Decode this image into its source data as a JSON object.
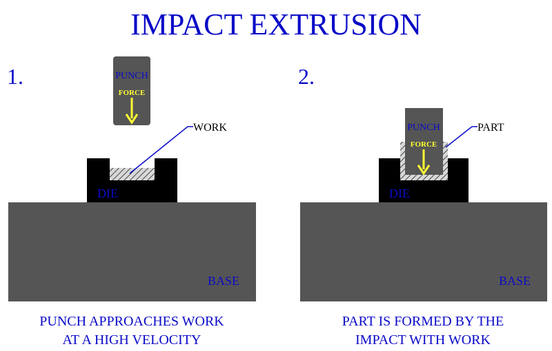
{
  "title": "IMPACT EXTRUSION",
  "colors": {
    "text": "#0a0ac8",
    "dark": "#555555",
    "black": "#000000",
    "force": "#ffff33"
  },
  "panels": [
    {
      "number": "1.",
      "punch_label": "PUNCH",
      "force_label": "FORCE",
      "work_label": "WORK",
      "die_label": "DIE",
      "base_label": "BASE",
      "caption_line1": "PUNCH APPROACHES WORK",
      "caption_line2": "AT A HIGH VELOCITY"
    },
    {
      "number": "2.",
      "punch_label": "PUNCH",
      "force_label": "FORCE",
      "part_label": "PART",
      "die_label": "DIE",
      "base_label": "BASE",
      "caption_line1": "PART IS FORMED BY THE",
      "caption_line2": "IMPACT WITH WORK"
    }
  ]
}
